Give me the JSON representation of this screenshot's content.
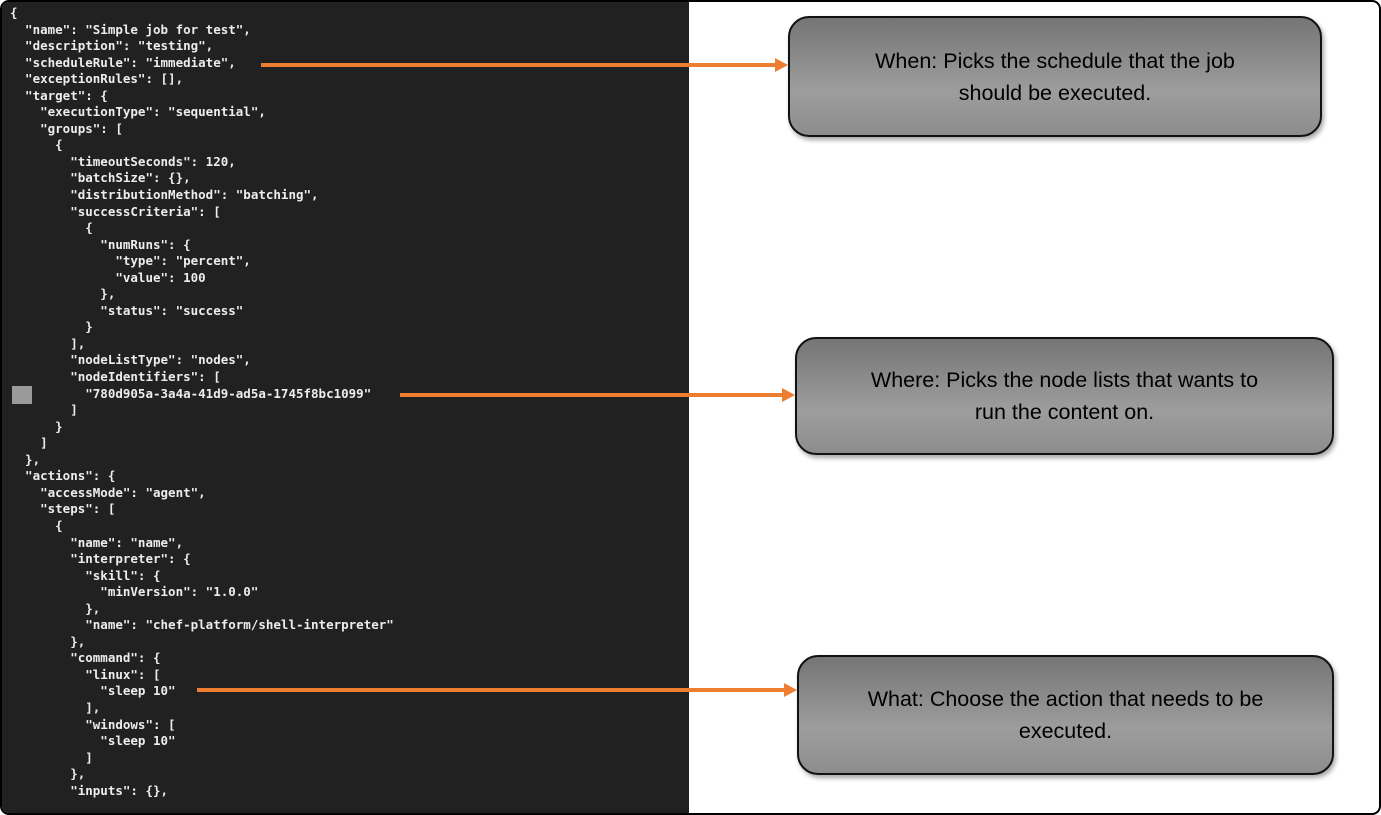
{
  "terminal": {
    "code_lines": [
      "{",
      "  \"name\": \"Simple job for test\",",
      "  \"description\": \"testing\",",
      "  \"scheduleRule\": \"immediate\",",
      "  \"exceptionRules\": [],",
      "  \"target\": {",
      "    \"executionType\": \"sequential\",",
      "    \"groups\": [",
      "      {",
      "        \"timeoutSeconds\": 120,",
      "        \"batchSize\": {},",
      "        \"distributionMethod\": \"batching\",",
      "        \"successCriteria\": [",
      "          {",
      "            \"numRuns\": {",
      "              \"type\": \"percent\",",
      "              \"value\": 100",
      "            },",
      "            \"status\": \"success\"",
      "          }",
      "        ],",
      "        \"nodeListType\": \"nodes\",",
      "        \"nodeIdentifiers\": [",
      "          \"780d905a-3a4a-41d9-ad5a-1745f8bc1099\"",
      "        ]",
      "      }",
      "    ]",
      "  },",
      "  \"actions\": {",
      "    \"accessMode\": \"agent\",",
      "    \"steps\": [",
      "      {",
      "        \"name\": \"name\",",
      "        \"interpreter\": {",
      "          \"skill\": {",
      "            \"minVersion\": \"1.0.0\"",
      "          },",
      "          \"name\": \"chef-platform/shell-interpreter\"",
      "        },",
      "        \"command\": {",
      "          \"linux\": [",
      "            \"sleep 10\"",
      "          ],",
      "          \"windows\": [",
      "            \"sleep 10\"",
      "          ]",
      "        },",
      "        \"inputs\": {},"
    ]
  },
  "callouts": {
    "when": {
      "text": "When: Picks the schedule that the job\nshould be executed."
    },
    "where": {
      "text": "Where: Picks the node lists that wants to\nrun the content on."
    },
    "what": {
      "text": "What: Choose the action that needs to be\nexecuted."
    }
  },
  "colors": {
    "arrow_accent": "#ED7D31",
    "terminal_background": "#212121",
    "terminal_text": "#EDEDED",
    "callout_fill_top": "#757575",
    "callout_fill_bottom": "#8D8D8D",
    "callout_border": "#121212"
  }
}
